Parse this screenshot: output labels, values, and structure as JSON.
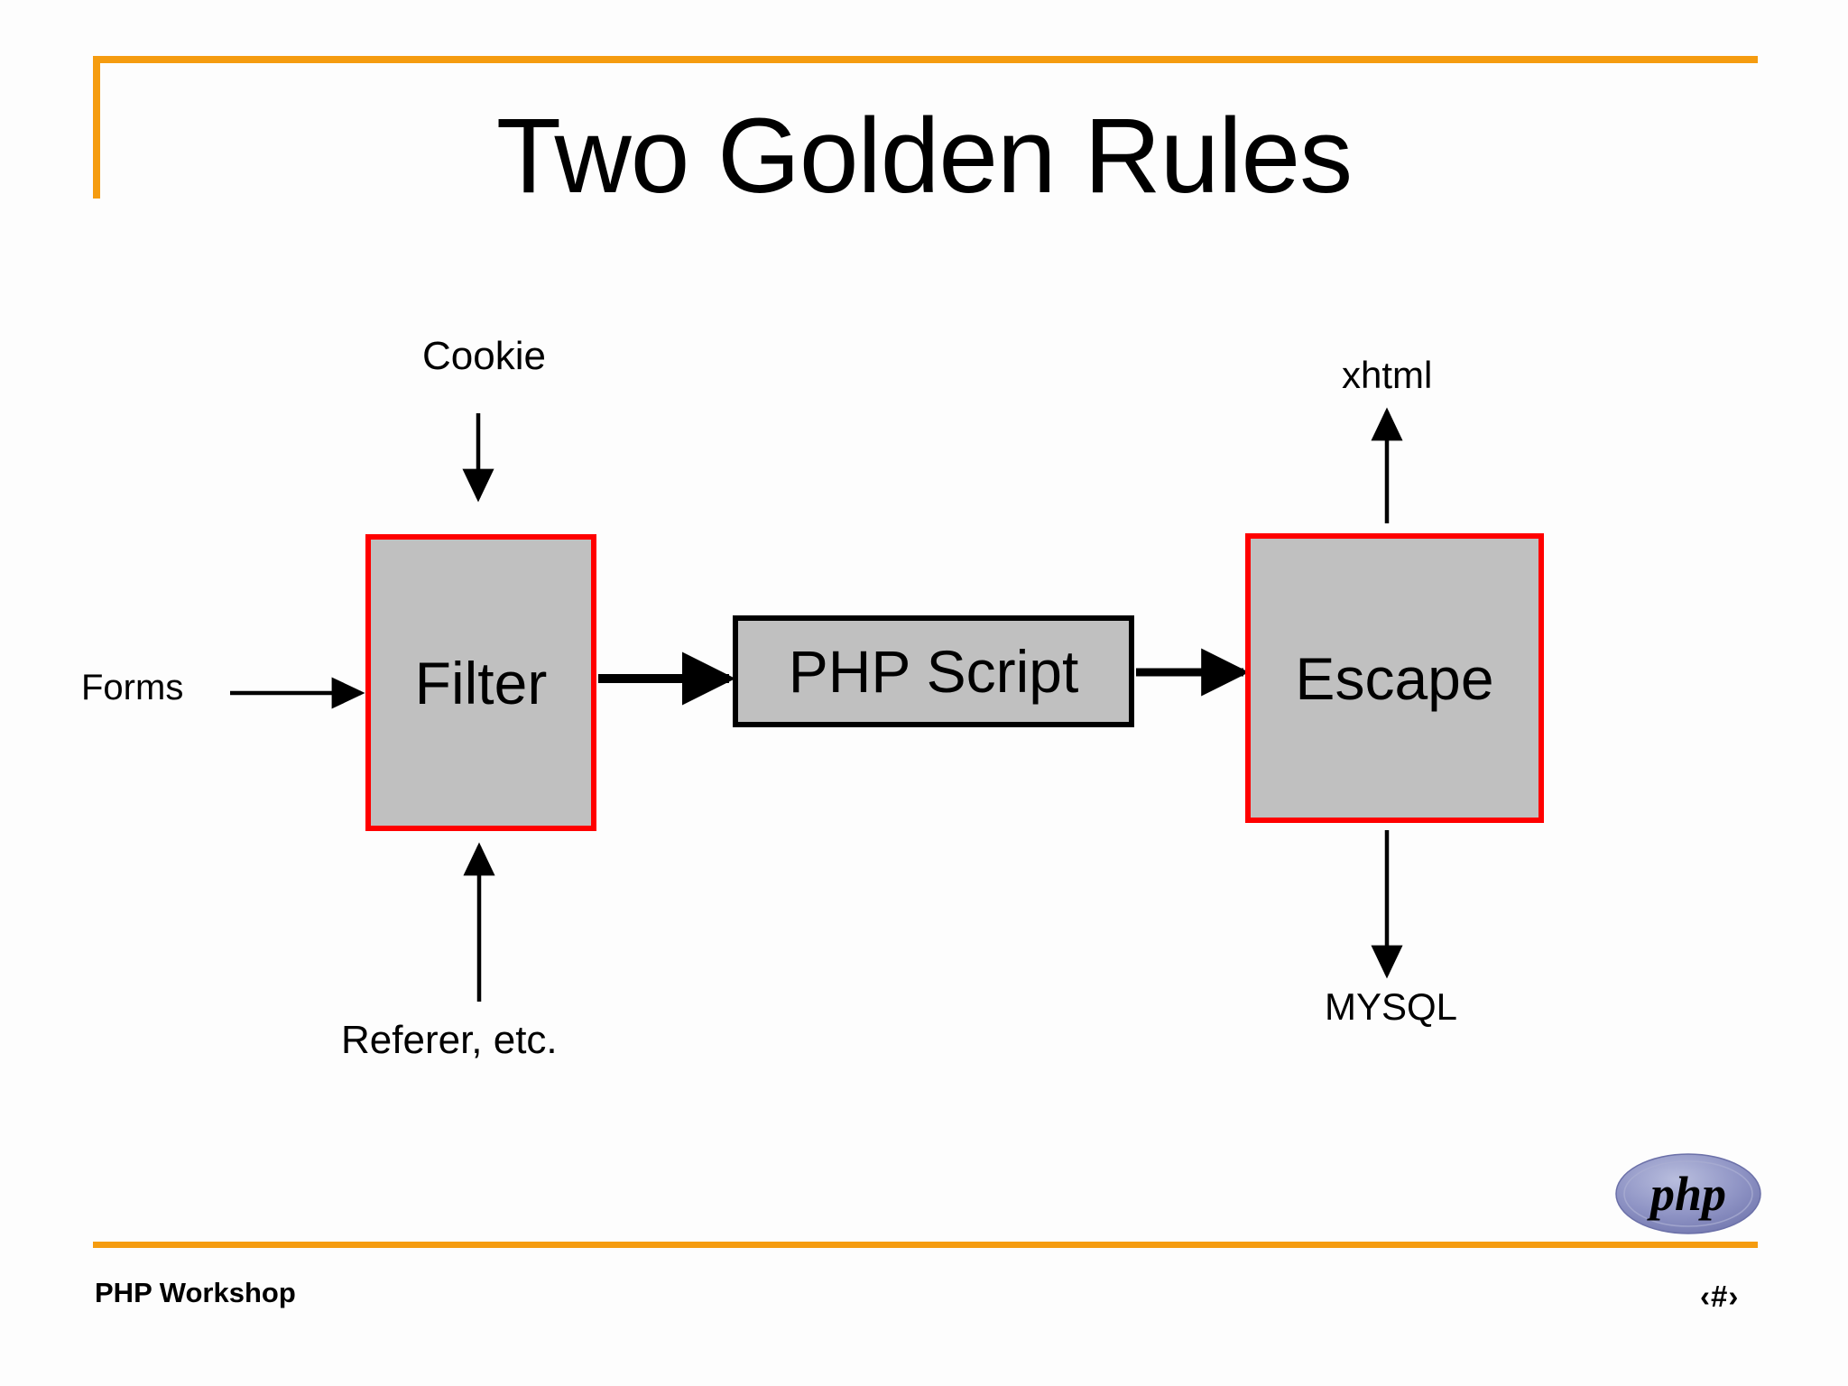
{
  "slide": {
    "title": "Two Golden Rules",
    "accent_color": "#f59c10",
    "box_fill_color": "#c0c0c0",
    "highlight_border_color": "#ff0000",
    "plain_border_color": "#000000"
  },
  "diagram": {
    "nodes": [
      {
        "id": "filter",
        "label": "Filter"
      },
      {
        "id": "php-script",
        "label": "PHP Script"
      },
      {
        "id": "escape",
        "label": "Escape"
      }
    ],
    "inputs": [
      {
        "id": "cookie",
        "label": "Cookie"
      },
      {
        "id": "forms",
        "label": "Forms"
      },
      {
        "id": "referer",
        "label": "Referer, etc."
      }
    ],
    "outputs": [
      {
        "id": "xhtml",
        "label": "xhtml"
      },
      {
        "id": "mysql",
        "label": "MYSQL"
      }
    ],
    "flows": [
      {
        "from": "forms",
        "to": "filter"
      },
      {
        "from": "cookie",
        "to": "filter"
      },
      {
        "from": "referer",
        "to": "filter"
      },
      {
        "from": "filter",
        "to": "php-script"
      },
      {
        "from": "php-script",
        "to": "escape"
      },
      {
        "from": "escape",
        "to": "xhtml"
      },
      {
        "from": "escape",
        "to": "mysql"
      }
    ]
  },
  "footer": {
    "left_text": "PHP Workshop",
    "page_placeholder": "‹#›",
    "logo_text": "php"
  }
}
